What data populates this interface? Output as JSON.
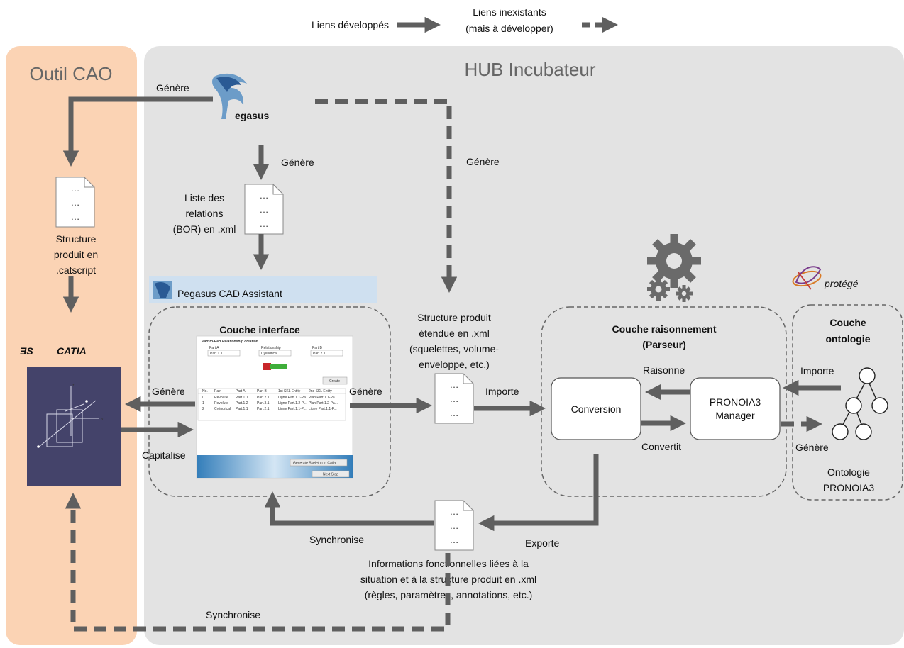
{
  "legend": {
    "developed": "Liens développés",
    "missing_line1": "Liens inexistants",
    "missing_line2": "(mais à développer)"
  },
  "regions": {
    "cao": "Outil CAO",
    "hub": "HUB Incubateur"
  },
  "logos": {
    "pegasus": "egasus",
    "pegasus_cad": "Pegasus CAD Assistant",
    "catia": "CATIA",
    "protege": "protégé"
  },
  "layers": {
    "interface": "Couche interface",
    "reasoning_line1": "Couche raisonnement",
    "reasoning_line2": "(Parseur)",
    "ontology_line1": "Couche",
    "ontology_line2": "ontologie"
  },
  "boxes": {
    "conversion": "Conversion",
    "pronoia_line1": "PRONOIA3",
    "pronoia_line2": "Manager"
  },
  "doc_dots": "…",
  "documents": {
    "catscript": [
      "Structure",
      "produit en",
      ".catscript"
    ],
    "bor": [
      "Liste des",
      "relations",
      "(BOR) en .xml"
    ],
    "extended": [
      "Structure produit",
      "étendue en .xml",
      "(squelettes, volume-",
      "enveloppe, etc.)"
    ],
    "functional": [
      "Informations fonctionnelles liées à la",
      "situation et à la structure produit en .xml",
      "(règles, paramètres, annotations, etc.)"
    ],
    "ontology": [
      "Ontologie",
      "PRONOIA3"
    ]
  },
  "arrows": {
    "genere_top": "Génère",
    "genere_mid": "Génère",
    "genere_dashed": "Génère",
    "genere_catia": "Génère",
    "capitalise": "Capitalise",
    "genere_right": "Génère",
    "importe_mid": "Importe",
    "raisonne": "Raisonne",
    "convertit": "Convertit",
    "importe_right": "Importe",
    "genere_onto": "Génère",
    "exporte": "Exporte",
    "synchronise_mid": "Synchronise",
    "synchronise_bottom": "Synchronise"
  },
  "screenshot": {
    "title": "Part-to-Part Relationship creation",
    "part_a": "Part A",
    "relationship": "Relationship",
    "part_b": "Part B",
    "part_a_val": "Part.1.1",
    "rel_val": "Cylindrical",
    "part_b_val": "Part.2.1",
    "create": "Create",
    "headers": [
      "No.",
      "Pair",
      "Part A",
      "Part B",
      "1st SKL Entity",
      "2nd SKL Entity"
    ],
    "rows": [
      [
        "0",
        "Revolute",
        "Part.1.1",
        "Part.2.1",
        "Ligne Part.1.1-Pa...",
        "Plan Part.1.1-Pa..."
      ],
      [
        "1",
        "Revolute",
        "Part.1.2",
        "Part.3.1",
        "Ligne Part.1.2-P...",
        "Plan Part.1.2-Pa..."
      ],
      [
        "2",
        "Cylindrical",
        "Part.1.1",
        "Part.2.1",
        "Ligne Part.1.1-P...",
        "Ligne Part.1.1-P..."
      ]
    ],
    "generate": "Generate Skeleton in Catia",
    "next": "Next Step"
  }
}
